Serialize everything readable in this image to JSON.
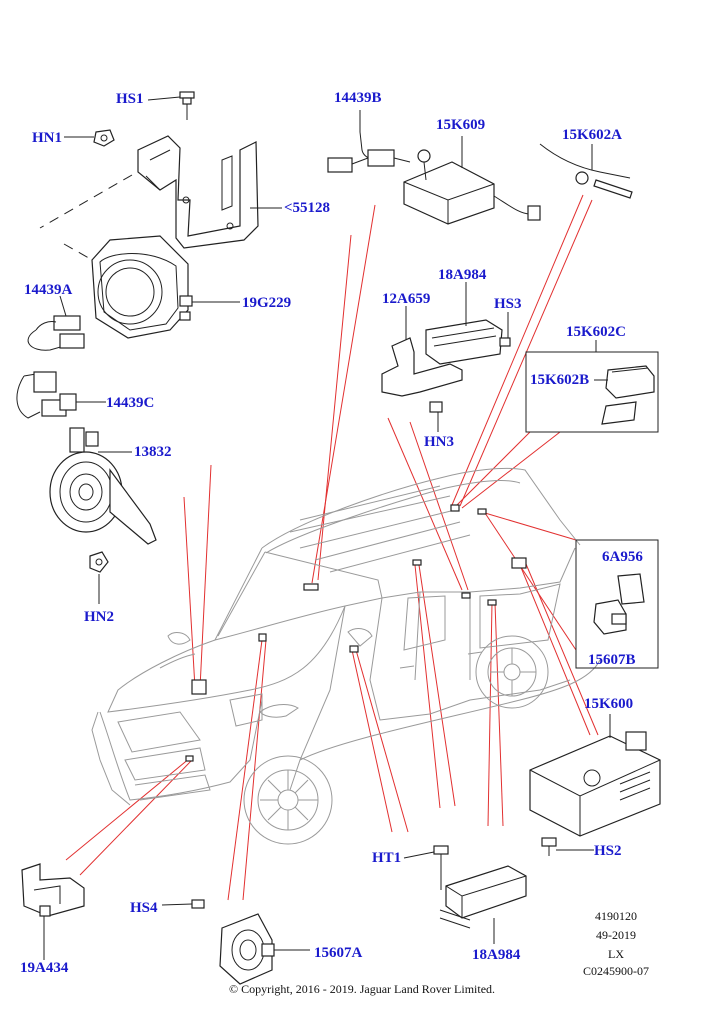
{
  "labels": {
    "hs1": "HS1",
    "hn1": "HN1",
    "l55128": "<55128",
    "l14439B": "14439B",
    "l15K609": "15K609",
    "l15K602A": "15K602A",
    "l14439A": "14439A",
    "l19G229": "19G229",
    "l18A984_top": "18A984",
    "l12A659": "12A659",
    "hs3": "HS3",
    "l15K602C": "15K602C",
    "l15K602B": "15K602B",
    "l14439C": "14439C",
    "hn3": "HN3",
    "l13832": "13832",
    "l6A956": "6A956",
    "hn2": "HN2",
    "l15607B": "15607B",
    "l15K600": "15K600",
    "hs2": "HS2",
    "ht1": "HT1",
    "hs4": "HS4",
    "l15607A": "15607A",
    "l18A984_bottom": "18A984",
    "l19A434": "19A434"
  },
  "meta": {
    "code1": "4190120",
    "code2": "49-2019",
    "code3": "LX",
    "code4": "C0245900-07"
  },
  "copyright": "© Copyright, 2016 - 2019. Jaguar Land Rover Limited."
}
